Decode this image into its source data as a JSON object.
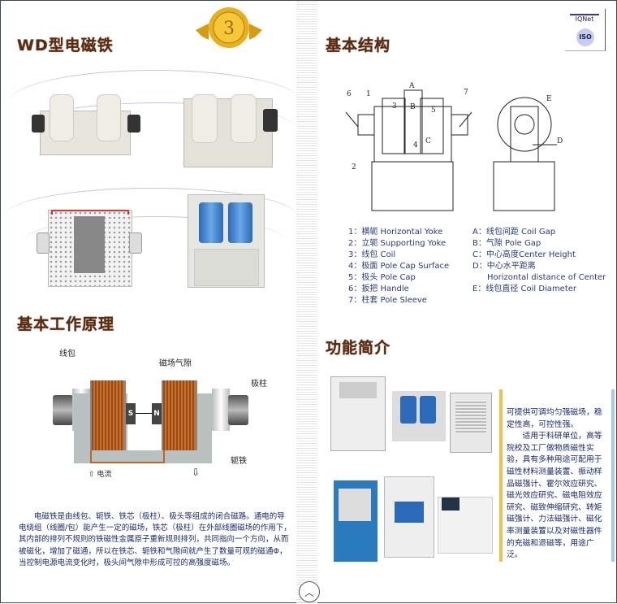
{
  "left": {
    "title": "WD型电磁铁",
    "principle_title": "基本工作原理",
    "diagram_labels": {
      "coil": "线包",
      "gap": "磁场气隙",
      "pole": "极柱",
      "yoke": "轭铁",
      "current": "电流",
      "s": "S",
      "n": "N"
    },
    "paragraph": "电磁铁是由线包、轭铁、铁芯（极柱）、极头等组成的闭合磁路。通电的导电绕组（线圈/包）能产生一定的磁场，铁芯（极柱）在外部线圈磁场的作用下，其内部的排列不规则的铁磁性金属原子重新规则排列，共同指向一个方向，从而被磁化，增加了磁通，所以在铁芯、轭铁和气隙间就产生了数量可观的磁通Φ，当控制电源电流变化时，极头间气隙中形成可控的高强度磁场。"
  },
  "medal_number": "3",
  "cert": {
    "iqnet": "IQNet",
    "iso": "ISO"
  },
  "right": {
    "structure_title": "基本结构",
    "drawing_labels": [
      "1",
      "2",
      "3",
      "4",
      "5",
      "6",
      "7",
      "A",
      "B",
      "C",
      "D",
      "E"
    ],
    "legend_left": [
      "1：横轭 Horizontal Yoke",
      "2：立轭 Supporting Yoke",
      "3：线包 Coil",
      "4：极面 Pole Cap Surface",
      "5：极头 Pole Cap",
      "6：扳把 Handle",
      "7：柱套 Pole Sleeve"
    ],
    "legend_right": [
      "A：线包间距 Coil Gap",
      "B：气隙 Pole Gap",
      "C：中心高度Center Height",
      "D：中心水平距离",
      "Horizontal distance of Center",
      "E：线包直径 Coil Diameter"
    ],
    "function_title": "功能简介",
    "function_p1": "可提供可调均匀强磁场，稳定性高，可控性强。",
    "function_p2": "适用于科研单位，高等院校及工厂做物质磁性实验，具有多种用途可配用于磁性材料测量装置、振动样品磁强计、霍尔效应研究、磁光效应研究、磁电阻效应研究、磁致伸缩研究、转矩磁强计、力法磁强计、磁化率测量装置以及对磁性器件的充磁和退磁等，用途广泛。"
  }
}
